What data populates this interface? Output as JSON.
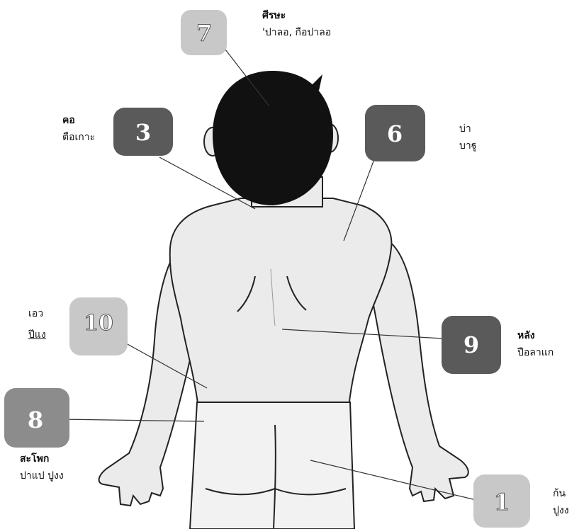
{
  "colors": {
    "dark_marker": "#5a5a5a",
    "medium_marker": "#8c8c8c",
    "light_marker": "#c8c8c8",
    "skin": "#ebebeb",
    "shorts": "#f2f2f2",
    "hair": "#111111",
    "leader_line": "#333333"
  },
  "markers": [
    {
      "number": "7",
      "tone": "light"
    },
    {
      "number": "3",
      "tone": "dark"
    },
    {
      "number": "6",
      "tone": "dark"
    },
    {
      "number": "10",
      "tone": "light"
    },
    {
      "number": "9",
      "tone": "dark"
    },
    {
      "number": "8",
      "tone": "medium"
    },
    {
      "number": "1",
      "tone": "light"
    }
  ],
  "labels": {
    "head": {
      "word": "ศีรษะ",
      "local": "'ปาลอ, กือปาลอ"
    },
    "neck": {
      "word": "คอ",
      "local": "ตือเกาะ"
    },
    "shoulder": {
      "word": "บ่า",
      "local": "บาฐู"
    },
    "waist": {
      "word": "เอว",
      "local": "ปีแง"
    },
    "back": {
      "word": "หลัง",
      "local": "ปือลาแก"
    },
    "hip": {
      "word": "สะโพก",
      "local": "ปาแป ปูงง"
    },
    "buttocks": {
      "word": "ก้น",
      "local": "ปูงง"
    }
  }
}
